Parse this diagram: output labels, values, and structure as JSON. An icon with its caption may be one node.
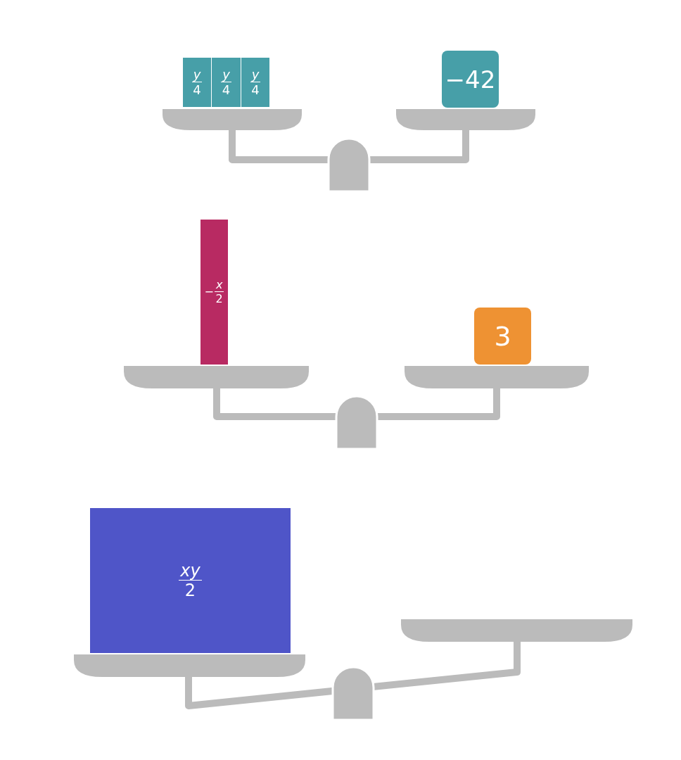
{
  "diagram": {
    "nodes": [
      {
        "text": [
          "y",
          "4"
        ]
      },
      {
        "text": [
          "y",
          "4"
        ]
      },
      {
        "text": [
          "y",
          "4"
        ]
      },
      {
        "text": [
          "−42"
        ]
      },
      {
        "text": [
          "−",
          "x",
          "2"
        ]
      },
      {
        "text": [
          "3"
        ]
      },
      {
        "text": [
          "xy",
          "2"
        ]
      }
    ]
  }
}
